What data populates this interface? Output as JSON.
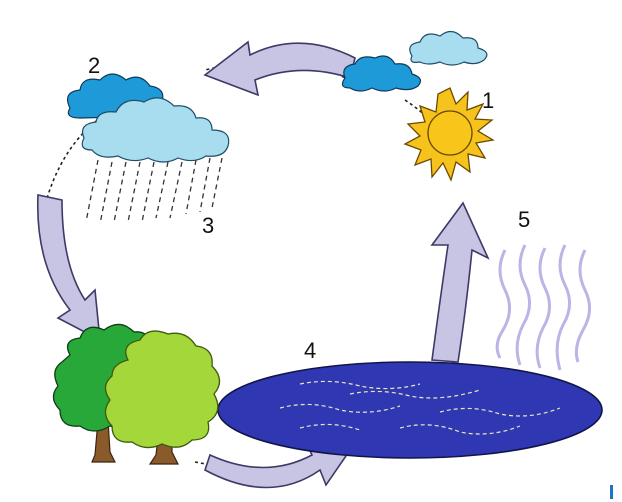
{
  "labels": {
    "sun": "1",
    "clouds": "2",
    "rain": "3",
    "lake": "4",
    "vapor": "5"
  },
  "colors": {
    "arrow_fill": "#c8c4e4",
    "arrow_stroke": "#3d3a66",
    "cloud_light": "#a8dcef",
    "cloud_dark": "#1e9ad8",
    "sun": "#f6c21c",
    "lake": "#2f37b3",
    "vapor": "#bcb4e6",
    "tree_dark": "#29a83a",
    "tree_light": "#a4d83a",
    "trunk": "#8a5a2b"
  }
}
